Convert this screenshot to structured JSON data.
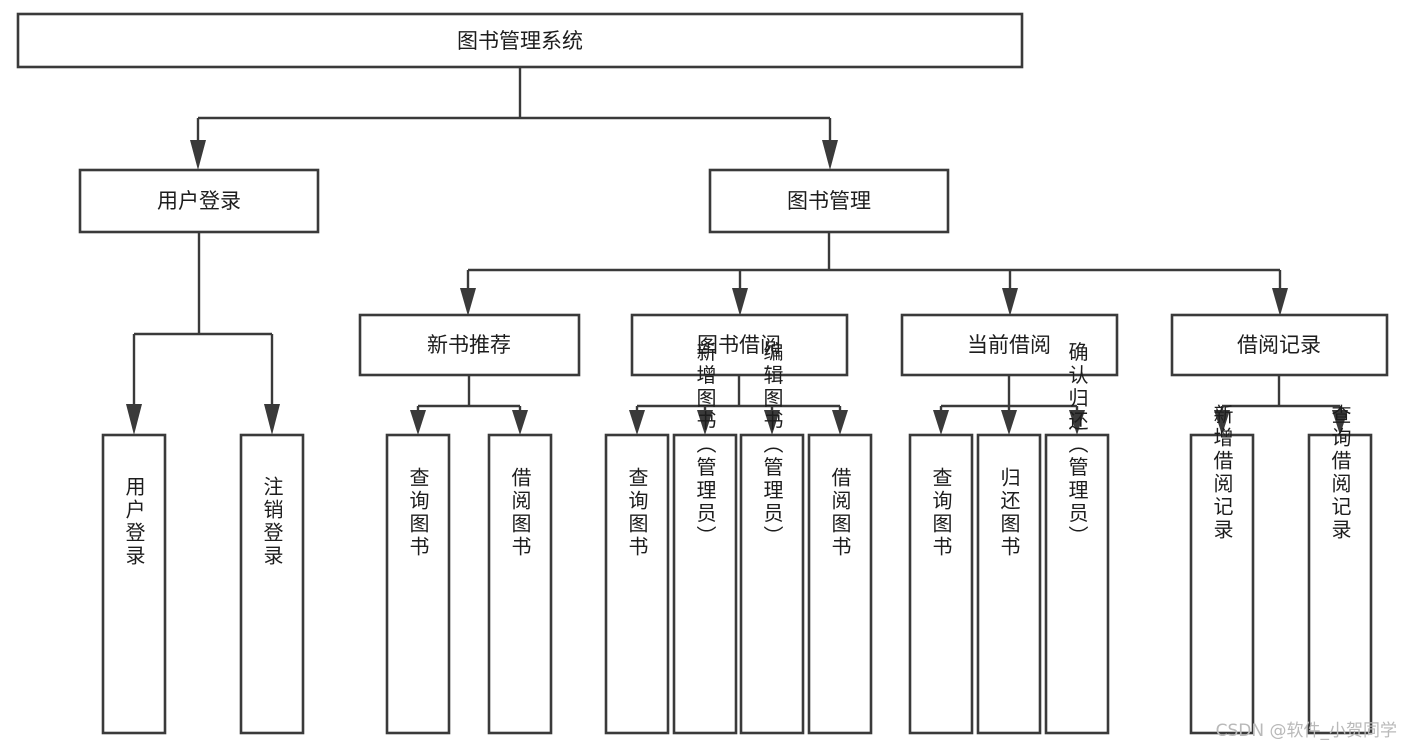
{
  "diagram": {
    "type": "tree-hierarchy",
    "title": "图书管理系统",
    "root": {
      "label": "图书管理系统"
    },
    "level2": [
      {
        "label": "用户登录"
      },
      {
        "label": "图书管理"
      }
    ],
    "level3": [
      {
        "label": "新书推荐"
      },
      {
        "label": "图书借阅"
      },
      {
        "label": "当前借阅"
      },
      {
        "label": "借阅记录"
      }
    ],
    "leaves_user_login": [
      {
        "label": "用户登录"
      },
      {
        "label": "注销登录"
      }
    ],
    "leaves_new_book": [
      {
        "label": "查询图书"
      },
      {
        "label": "借阅图书"
      }
    ],
    "leaves_borrow": [
      {
        "label": "查询图书"
      },
      {
        "label": "新增图书（管理员）"
      },
      {
        "label": "编辑图书（管理员）"
      },
      {
        "label": "借阅图书"
      }
    ],
    "leaves_current": [
      {
        "label": "查询图书"
      },
      {
        "label": "归还图书"
      },
      {
        "label": "确认归还（管理员）"
      }
    ],
    "leaves_record": [
      {
        "label": "新增借阅记录"
      },
      {
        "label": "查询借阅记录"
      }
    ]
  },
  "watermark": {
    "text": "CSDN @软件_小贺同学"
  },
  "colors": {
    "stroke": "#3a3a3a",
    "box_fill": "#ffffff",
    "text": "#1d1d1d",
    "watermark": "#b9b9b9",
    "background": "#ffffff"
  }
}
